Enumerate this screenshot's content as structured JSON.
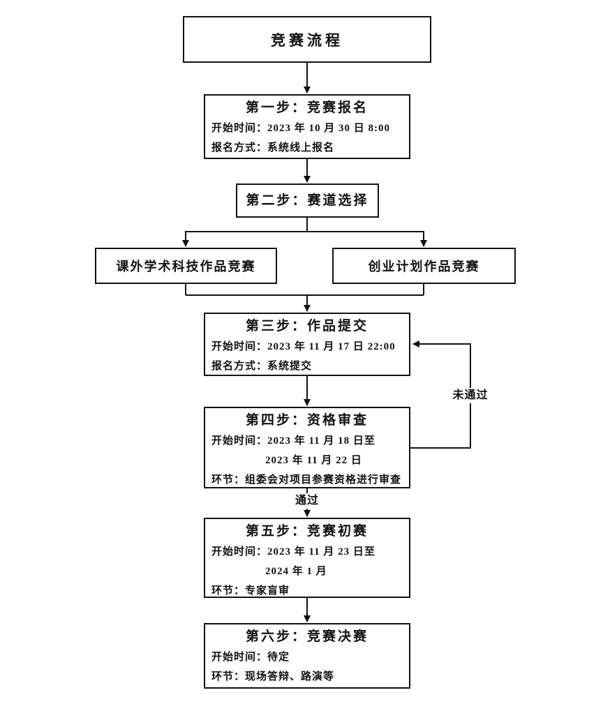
{
  "page_title": "竞赛流程",
  "colors": {
    "line": "#111111",
    "text": "#111111",
    "background": "#ffffff"
  },
  "steps": [
    {
      "title": "第一步：竞赛报名",
      "lines": [
        "开始时间：2023 年 10 月 30 日 8:00",
        "报名方式：系统线上报名"
      ]
    },
    {
      "title": "第二步：赛道选择",
      "lines": []
    },
    {
      "title": "第三步：作品提交",
      "lines": [
        "开始时间：2023 年 11 月 17 日 22:00",
        "报名方式：系统提交"
      ]
    },
    {
      "title": "第四步：资格审查",
      "lines": [
        "开始时间：2023 年 11 月 18 日至",
        "2023 年 11 月 22 日",
        "环节：组委会对项目参赛资格进行审查"
      ]
    },
    {
      "title": "第五步：竞赛初赛",
      "lines": [
        "开始时间：2023 年 11 月 23 日至",
        "2024 年 1 月",
        "环节：专家盲审"
      ]
    },
    {
      "title": "第六步：竞赛决赛",
      "lines": [
        "开始时间：待定",
        "环节：现场答辩、路演等"
      ]
    }
  ],
  "tracks": {
    "left": "课外学术科技作品竞赛",
    "right": "创业计划作品竞赛"
  },
  "edge_labels": {
    "pass": "通过",
    "fail": "未通过"
  }
}
